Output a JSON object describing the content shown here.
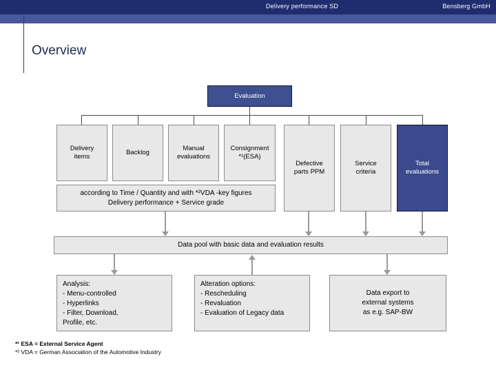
{
  "header": {
    "center_title": "Delivery performance SD",
    "right_title": "Bensberg GmbH",
    "band_dark_color": "#1f2d6e",
    "band_mid_color": "#49589a"
  },
  "page_title": "Overview",
  "diagram": {
    "root": {
      "label": "Evaluation"
    },
    "level2": [
      {
        "name": "delivery-items",
        "label": "Delivery\nitems",
        "style": "gray"
      },
      {
        "name": "backlog",
        "label": "Backlog",
        "style": "gray"
      },
      {
        "name": "manual-evaluations",
        "label": "Manual\nevaluations",
        "style": "gray"
      },
      {
        "name": "consignment",
        "label": "Consignment\n*¹(ESA)",
        "style": "gray"
      },
      {
        "name": "defective-parts-ppm",
        "label": "Defective\nparts PPM",
        "style": "gray"
      },
      {
        "name": "service-criteria",
        "label": "Service\ncriteria",
        "style": "gray"
      },
      {
        "name": "total-evaluations",
        "label": "Total\nevaluations",
        "style": "navy"
      }
    ],
    "criteria_note": "according to Time / Quantity and with *²VDA -key figures\nDelivery performance + Service grade",
    "data_pool": "Data pool with basic data and evaluation results",
    "bottom": [
      {
        "name": "analysis",
        "label": "Analysis:\n- Menu-controlled\n- Hyperlinks\n- Filter, Download,\n  Profile, etc."
      },
      {
        "name": "alteration-options",
        "label": "Alteration options:\n- Rescheduling\n- Revaluation\n- Evaluation of Legacy data"
      },
      {
        "name": "data-export",
        "label": "Data export to\nexternal systems\nas e.g. SAP-BW"
      }
    ]
  },
  "footnotes": {
    "one": "*¹ ESA = External Service Agent",
    "two": "*² VDA = German Association of the Automotive Industry"
  }
}
